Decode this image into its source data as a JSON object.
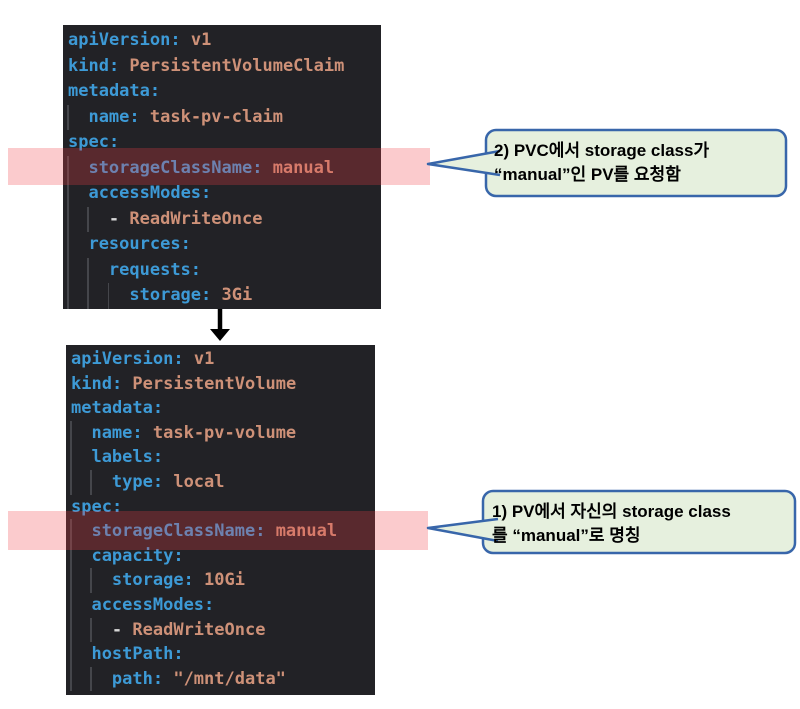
{
  "code_blocks": [
    {
      "name": "pvc-yaml",
      "highlighted_line": "storageClassName: manual",
      "lines": [
        {
          "indent": 0,
          "key": "apiVersion",
          "value": "v1"
        },
        {
          "indent": 0,
          "key": "kind",
          "value": "PersistentVolumeClaim"
        },
        {
          "indent": 0,
          "key": "metadata"
        },
        {
          "indent": 2,
          "key": "name",
          "value": "task-pv-claim"
        },
        {
          "indent": 0,
          "key": "spec"
        },
        {
          "indent": 2,
          "key": "storageClassName",
          "value": "manual",
          "highlighted": true
        },
        {
          "indent": 2,
          "key": "accessModes"
        },
        {
          "indent": 4,
          "dash": true,
          "value": "ReadWriteOnce"
        },
        {
          "indent": 2,
          "key": "resources"
        },
        {
          "indent": 4,
          "key": "requests"
        },
        {
          "indent": 6,
          "key": "storage",
          "value": "3Gi"
        }
      ]
    },
    {
      "name": "pv-yaml",
      "highlighted_line": "storageClassName: manual",
      "lines": [
        {
          "indent": 0,
          "key": "apiVersion",
          "value": "v1"
        },
        {
          "indent": 0,
          "key": "kind",
          "value": "PersistentVolume"
        },
        {
          "indent": 0,
          "key": "metadata"
        },
        {
          "indent": 2,
          "key": "name",
          "value": "task-pv-volume"
        },
        {
          "indent": 2,
          "key": "labels"
        },
        {
          "indent": 4,
          "key": "type",
          "value": "local"
        },
        {
          "indent": 0,
          "key": "spec"
        },
        {
          "indent": 2,
          "key": "storageClassName",
          "value": "manual",
          "highlighted": true
        },
        {
          "indent": 2,
          "key": "capacity"
        },
        {
          "indent": 4,
          "key": "storage",
          "value": "10Gi"
        },
        {
          "indent": 2,
          "key": "accessModes"
        },
        {
          "indent": 4,
          "dash": true,
          "value": "ReadWriteOnce"
        },
        {
          "indent": 2,
          "key": "hostPath"
        },
        {
          "indent": 4,
          "key": "path",
          "value": "\"/mnt/data\""
        }
      ]
    }
  ],
  "callouts": [
    {
      "line1": "2) PVC에서 storage class가",
      "line2": "“manual”인 PV를 요청함"
    },
    {
      "line1": "1) PV에서 자신의 storage class",
      "line2": "를 “manual”로 명칭"
    }
  ],
  "colors": {
    "code_background": "#222226",
    "yaml_key": "#3D9AD6",
    "yaml_value": "#CE9178",
    "punctuation": "#D6D6D6",
    "highlight_band": "rgba(242,64,72,0.27)",
    "callout_fill": "#E6F0DE",
    "callout_border": "#3866AA",
    "arrow": "#000000"
  }
}
